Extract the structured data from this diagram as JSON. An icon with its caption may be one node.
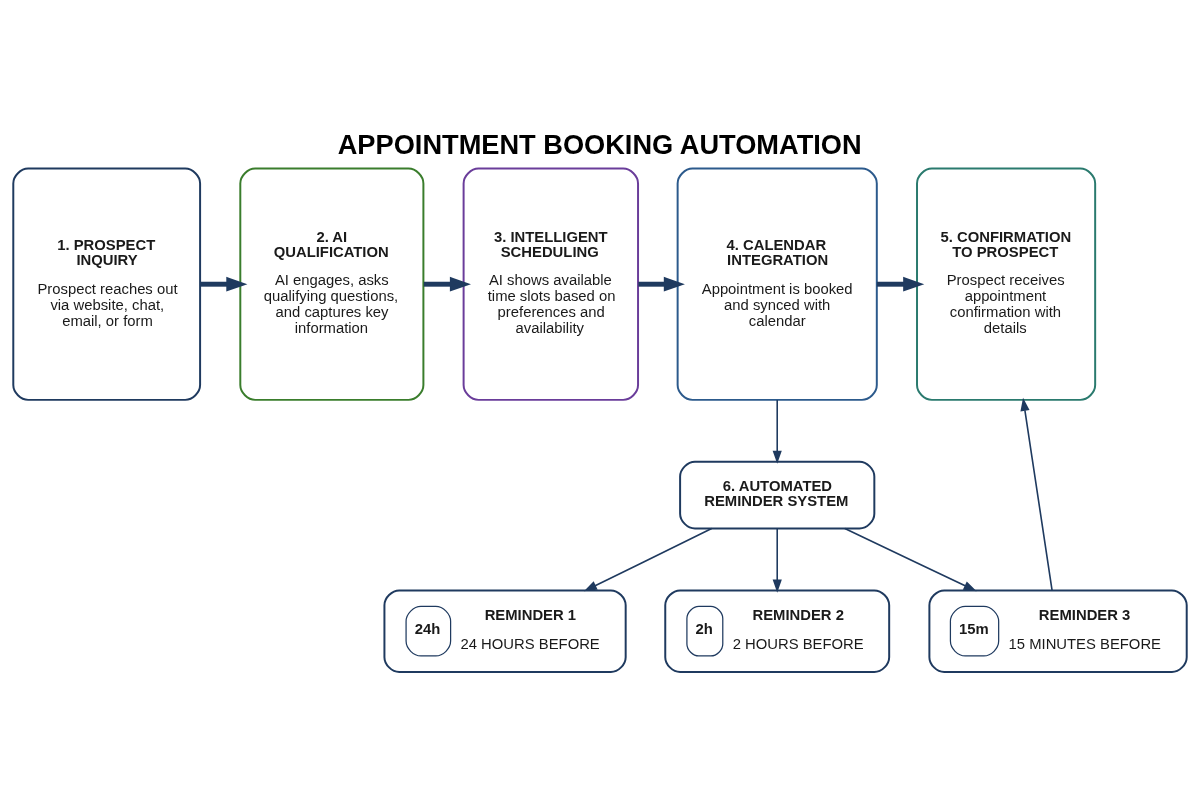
{
  "diagram": {
    "title": "APPOINTMENT BOOKING AUTOMATION",
    "nodes": [
      {
        "text": [
          "1. PROSPECT INQUIRY",
          "Prospect reaches out via website, chat, email, or form"
        ]
      },
      {
        "text": [
          "2. AI QUALIFICATION",
          "AI engages, asks qualifying questions, and captures key information"
        ]
      },
      {
        "text": [
          "3. INTELLIGENT SCHEDULING",
          "AI shows available time slots based on preferences and availability"
        ]
      },
      {
        "text": [
          "4. CALENDAR INTEGRATION",
          "Appointment is booked and synced with calendar"
        ]
      },
      {
        "text": [
          "5. CONFIRMATION TO PROSPECT",
          "Prospect receives appointment confirmation with details"
        ]
      },
      {
        "text": [
          "6. AUTOMATED REMINDER SYSTEM"
        ]
      },
      {
        "text": [
          "24h",
          "REMINDER 1",
          "24 HOURS BEFORE"
        ]
      },
      {
        "text": [
          "2h",
          "REMINDER 2",
          "2 HOURS BEFORE"
        ]
      },
      {
        "text": [
          "15m",
          "REMINDER 3",
          "15 MINUTES BEFORE"
        ]
      }
    ],
    "edges": [
      {
        "from": 0,
        "to": 1,
        "arrow": "to",
        "style": "thick"
      },
      {
        "from": 1,
        "to": 2,
        "arrow": "to",
        "style": "thick"
      },
      {
        "from": 2,
        "to": 3,
        "arrow": "to",
        "style": "thick"
      },
      {
        "from": 3,
        "to": 4,
        "arrow": "to",
        "style": "thick"
      },
      {
        "from": 3,
        "to": 5,
        "arrow": "to"
      },
      {
        "from": 5,
        "to": 6,
        "arrow": "to"
      },
      {
        "from": 5,
        "to": 7,
        "arrow": "to"
      },
      {
        "from": 5,
        "to": 8,
        "arrow": "to"
      },
      {
        "from": 8,
        "to": 4,
        "arrow": "to"
      }
    ]
  }
}
